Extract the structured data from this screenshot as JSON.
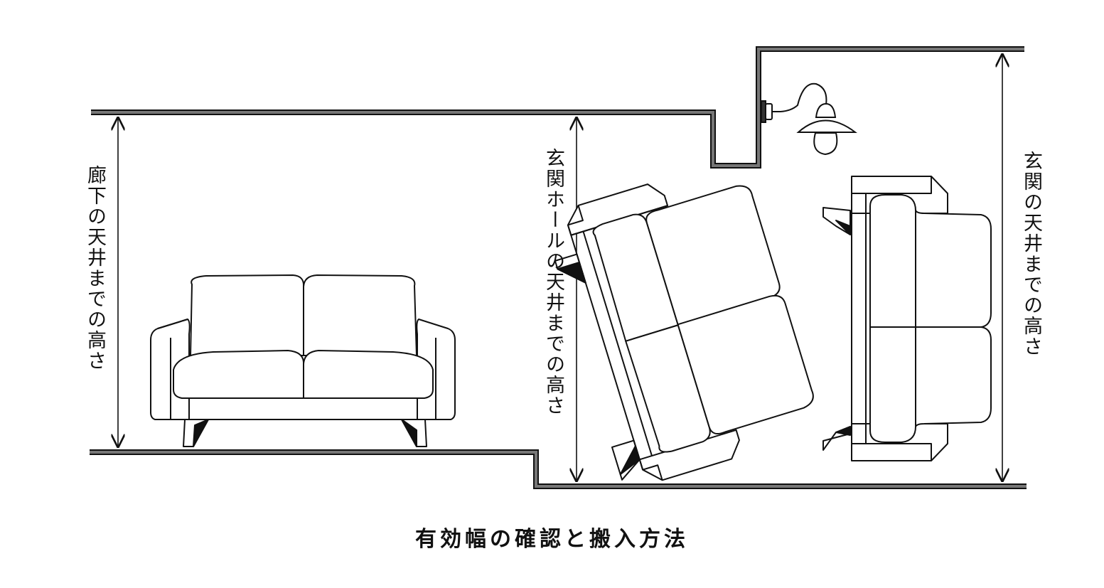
{
  "labels": {
    "hallway_ceiling_height": "廊下の天井までの高さ",
    "entrance_hall_ceiling_height": "玄関ホールの天井までの高さ",
    "entrance_ceiling_height": "玄関の天井までの高さ"
  },
  "caption": "有効幅の確認と搬入方法"
}
